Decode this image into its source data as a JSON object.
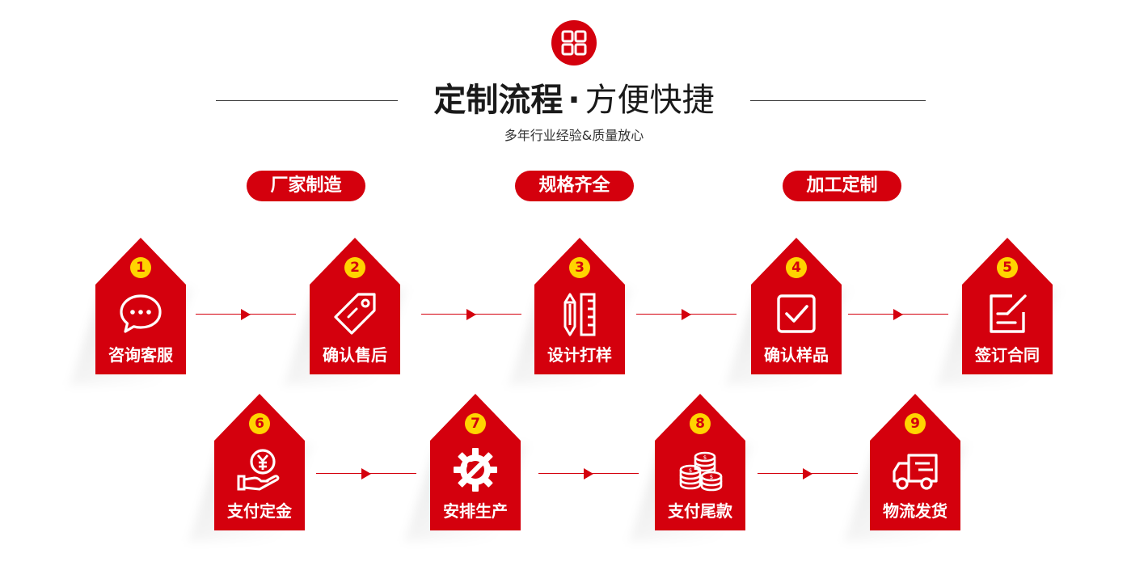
{
  "header": {
    "icon": "grid-icon",
    "title_bold": "定制流程",
    "title_dot": "·",
    "title_light": "方便快捷",
    "subtitle": "多年行业经验&质量放心"
  },
  "colors": {
    "accent": "#d4000d",
    "number_badge": "#ffd400",
    "text": "#1a1a1a"
  },
  "categories": [
    {
      "label": "厂家制造"
    },
    {
      "label": "规格齐全"
    },
    {
      "label": "加工定制"
    }
  ],
  "steps": [
    {
      "number": "1",
      "label": "咨询客服",
      "icon": "chat-bubble-icon"
    },
    {
      "number": "2",
      "label": "确认售后",
      "icon": "tag-icon"
    },
    {
      "number": "3",
      "label": "设计打样",
      "icon": "ruler-pencil-icon"
    },
    {
      "number": "4",
      "label": "确认样品",
      "icon": "checkbox-icon"
    },
    {
      "number": "5",
      "label": "签订合同",
      "icon": "edit-document-icon"
    },
    {
      "number": "6",
      "label": "支付定金",
      "icon": "yen-coin-hand-icon"
    },
    {
      "number": "7",
      "label": "安排生产",
      "icon": "gear-wrench-icon"
    },
    {
      "number": "8",
      "label": "支付尾款",
      "icon": "coin-stack-icon"
    },
    {
      "number": "9",
      "label": "物流发货",
      "icon": "delivery-truck-icon"
    }
  ]
}
